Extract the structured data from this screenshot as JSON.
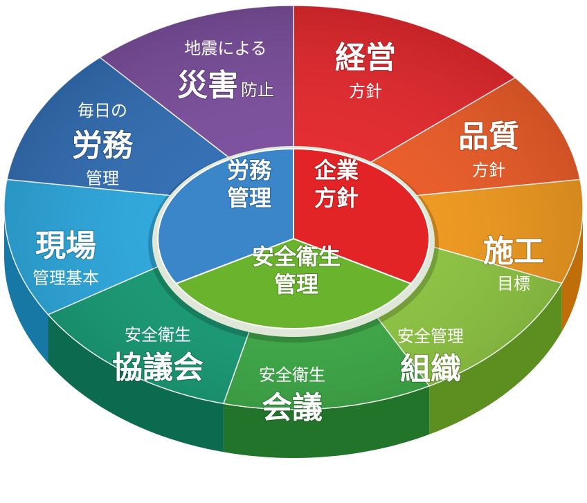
{
  "outer_segments": [
    {
      "id": "keiei",
      "color": "#e8262b",
      "side": "#a3161a",
      "lines": [
        {
          "t": "経営",
          "big": true
        },
        {
          "t": "方針",
          "big": false
        }
      ]
    },
    {
      "id": "hinshitsu",
      "color": "#ef5a24",
      "side": "#b23c12",
      "lines": [
        {
          "t": "品質",
          "big": true
        },
        {
          "t": "方針",
          "big": false
        }
      ]
    },
    {
      "id": "seko",
      "color": "#f39a1a",
      "side": "#c06e0a",
      "lines": [
        {
          "t": "施工",
          "big": true
        },
        {
          "t": "目標",
          "big": false
        }
      ]
    },
    {
      "id": "soshiki",
      "color": "#8dc63f",
      "side": "#5d8f20",
      "lines": [
        {
          "t": "安全管理",
          "big": false
        },
        {
          "t": "組織",
          "big": true
        }
      ]
    },
    {
      "id": "kaigi",
      "color": "#39a843",
      "side": "#22742b",
      "lines": [
        {
          "t": "安全衛生",
          "big": false
        },
        {
          "t": "会議",
          "big": true
        }
      ]
    },
    {
      "id": "kyogikai",
      "color": "#139a73",
      "side": "#0c6a4e",
      "lines": [
        {
          "t": "安全衛生",
          "big": false
        },
        {
          "t": "協議会",
          "big": true
        }
      ]
    },
    {
      "id": "genba",
      "color": "#29a9e0",
      "side": "#1778a6",
      "lines": [
        {
          "t": "現場",
          "big": true
        },
        {
          "t": "管理基本",
          "big": false
        }
      ]
    },
    {
      "id": "romu",
      "color": "#2f6db5",
      "side": "#1d4a82",
      "lines": [
        {
          "t": "毎日の",
          "big": false
        },
        {
          "t": "労務",
          "big": true
        },
        {
          "t": "管理",
          "big": false
        }
      ]
    },
    {
      "id": "saigai",
      "color": "#7b4d9e",
      "side": "#54306f",
      "lines": [
        {
          "t": "地震による",
          "big": false
        },
        {
          "t": "災害",
          "big": true,
          "suffix": "防止"
        }
      ]
    }
  ],
  "inner_segments": [
    {
      "id": "inner-kigyo",
      "color": "#e22426",
      "lines": [
        "企業",
        "方針"
      ]
    },
    {
      "id": "inner-anzen",
      "color": "#6ab42d",
      "lines": [
        "安全衛生",
        "管理"
      ]
    },
    {
      "id": "inner-romu",
      "color": "#3a86c8",
      "lines": [
        "労務",
        "管理"
      ]
    }
  ]
}
